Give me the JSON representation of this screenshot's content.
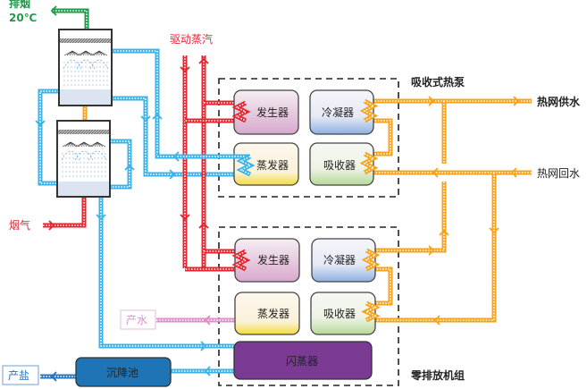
{
  "labels": {
    "exhaust": "排烟",
    "exhaust_temp": "20℃",
    "drive_steam": "驱动蒸汽",
    "heat_pump": "吸收式热泵",
    "supply_water": "热网供水",
    "return_water": "热网回水",
    "flue_gas": "烟气",
    "zero_discharge_unit": "零排放机组",
    "product_water": "产水",
    "product_salt": "产盐"
  },
  "heat_pump_units": {
    "generator": "发生器",
    "condenser": "冷凝器",
    "evaporator": "蒸发器",
    "absorber": "吸收器"
  },
  "zero_discharge_units": {
    "generator": "发生器",
    "condenser": "冷凝器",
    "evaporator": "蒸发器",
    "absorber": "吸收器",
    "flash_evaporator": "闪蒸器",
    "settling_tank": "沉降池"
  },
  "colors": {
    "steam": "#e8232e",
    "cooling_water": "#3bb2e8",
    "heating_water": "#f7a21b",
    "exhaust": "#1f9a4a",
    "product_water": "#e08fc8",
    "salt": "#2a74b8",
    "flash": "#7b3a93",
    "settling": "#1f74b5"
  }
}
